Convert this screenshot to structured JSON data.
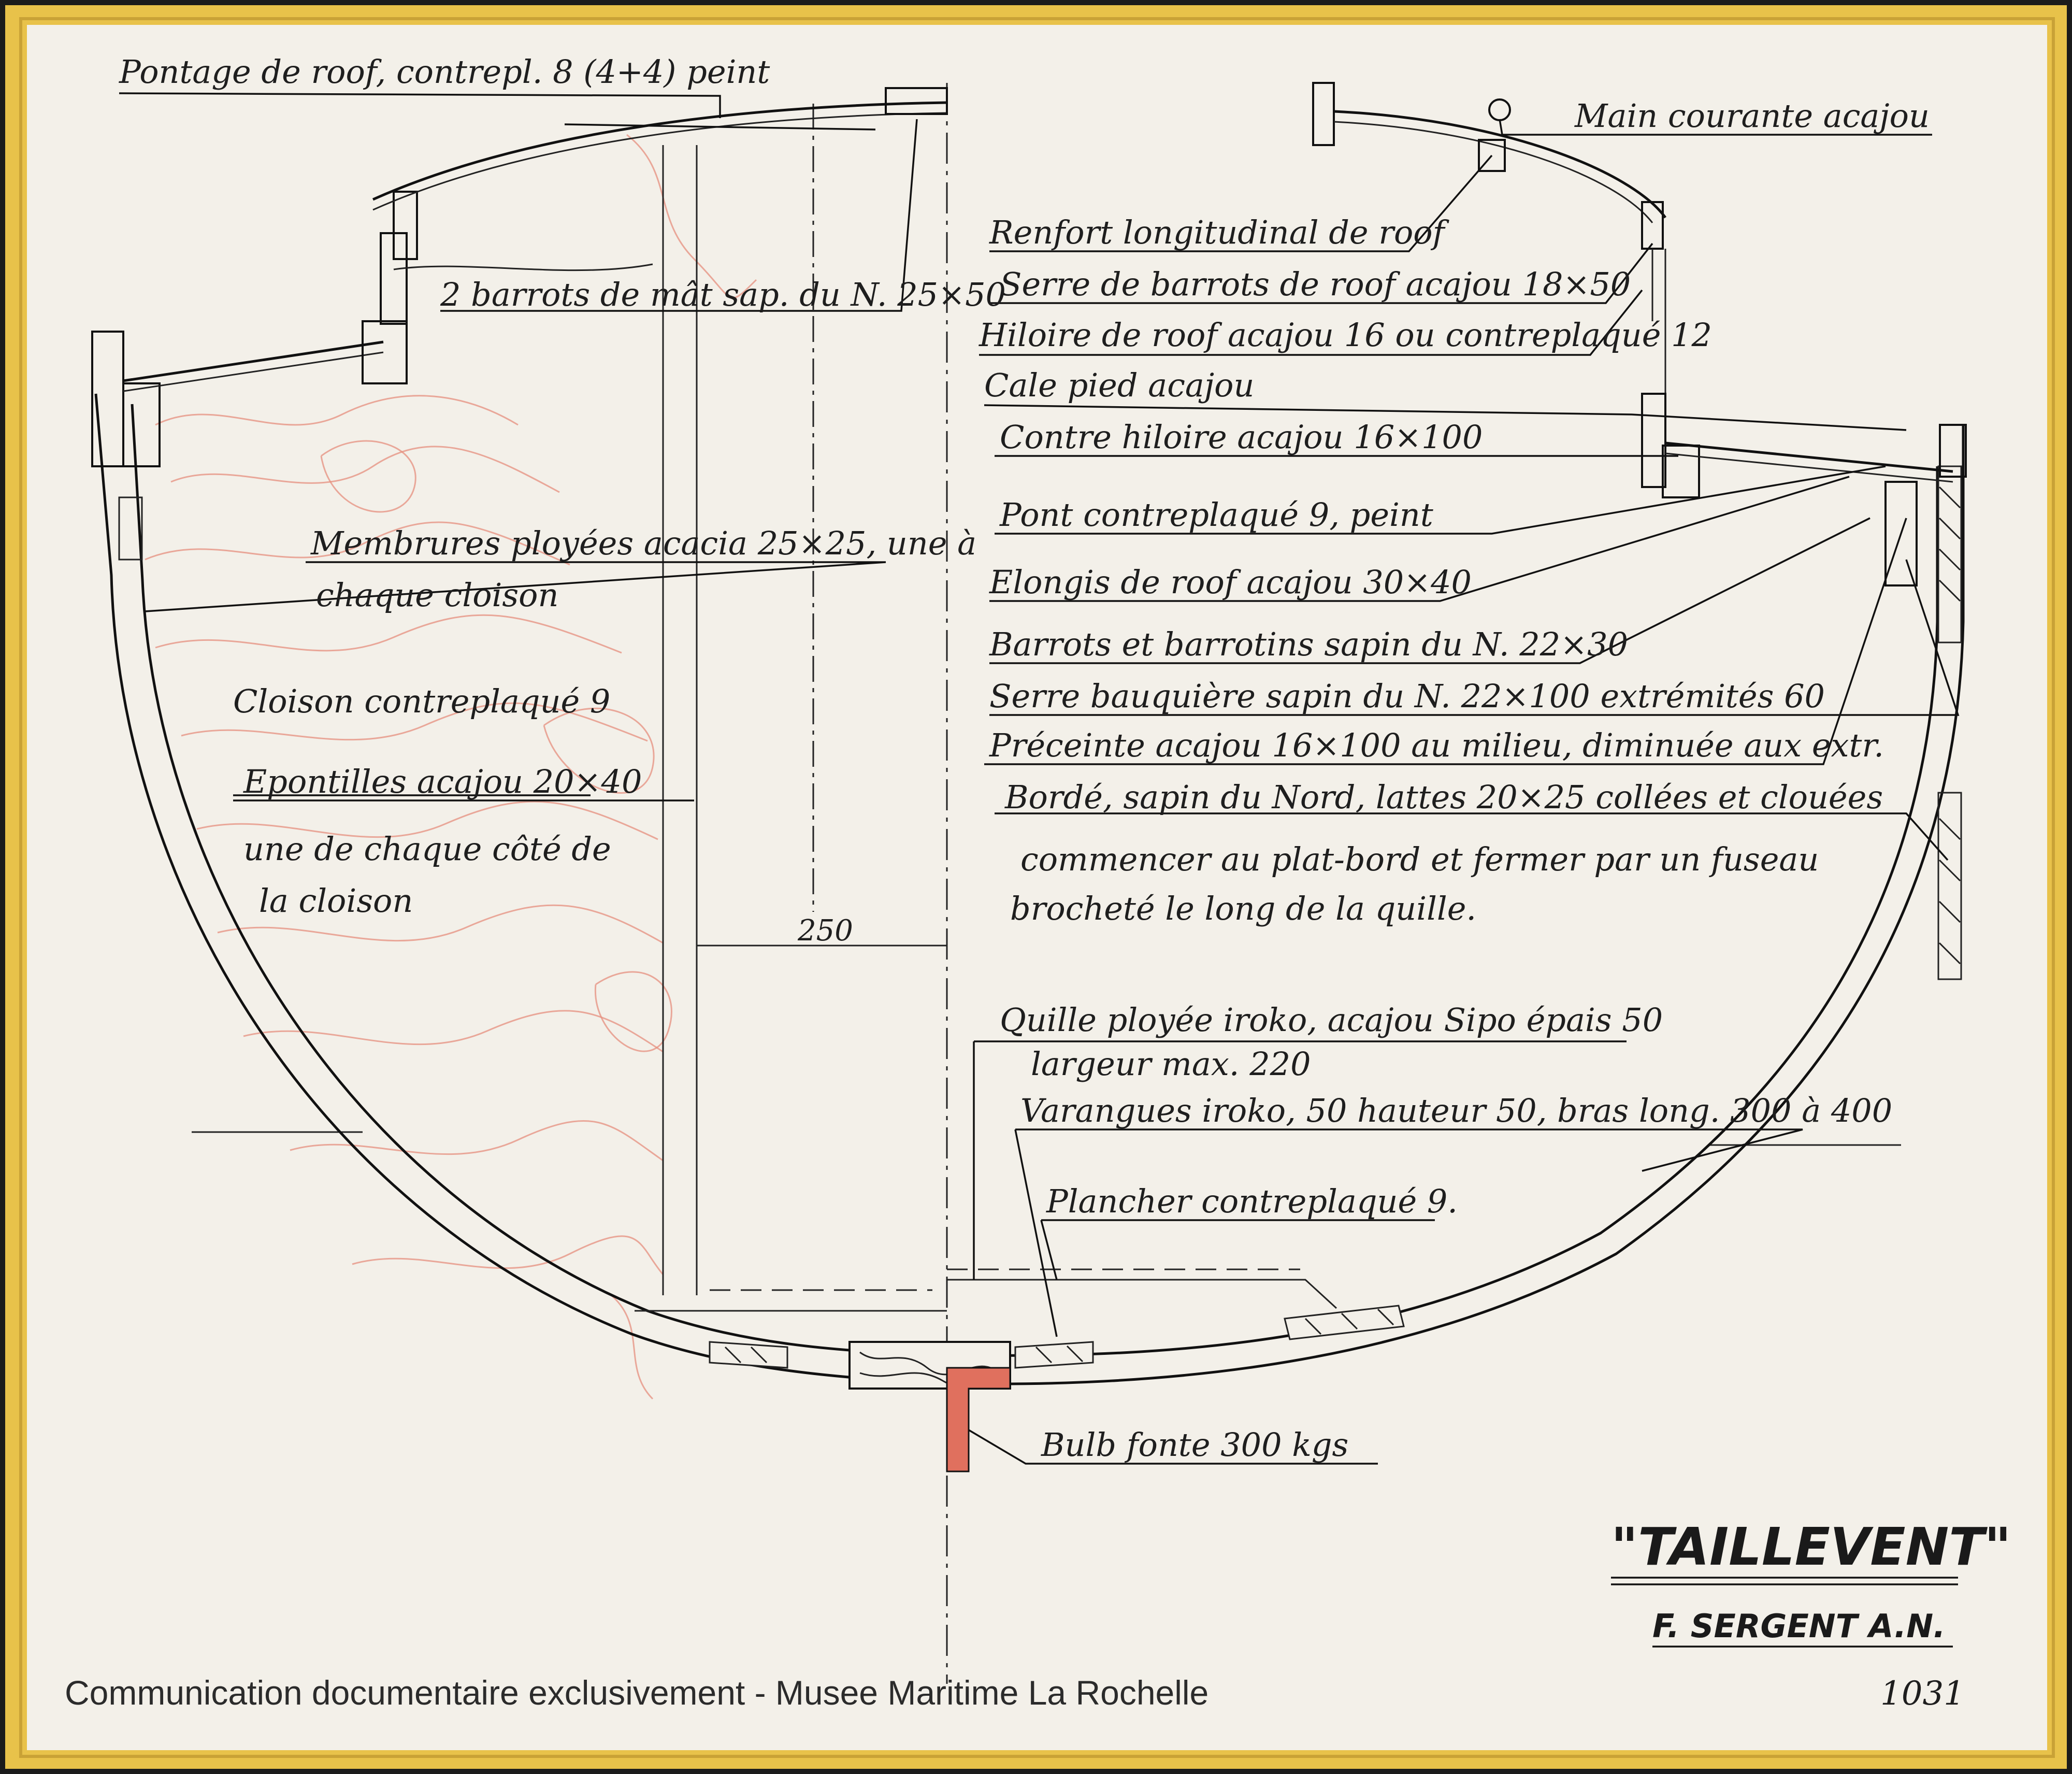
{
  "colors": {
    "frame": "#e8c24a",
    "paper": "#f3f0e9",
    "ink": "#1e1e1e",
    "grain": "#e58f7e",
    "ballast": "#e0705e"
  },
  "labels": {
    "pontage": "Pontage de roof, contrepl. 8 (4+4) peint",
    "barrots_mat": "2 barrots de mât sap. du N. 25×50",
    "membrures_1": "Membrures ployées acacia 25×25, une à",
    "membrures_2": "chaque cloison",
    "cloison": "Cloison contreplaqué 9",
    "epontilles_1": "Epontilles acajou 20×40",
    "epontilles_2": "une de chaque côté de",
    "epontilles_3": "la cloison",
    "main_courante": "Main courante acajou",
    "renfort": "Renfort longitudinal de roof",
    "serre_barrots": "Serre de barrots de roof acajou 18×50",
    "hiloire": "Hiloire de roof acajou 16 ou contreplaqué 12",
    "cale_pied": "Cale pied acajou",
    "contre_hiloire": "Contre hiloire acajou 16×100",
    "pont": "Pont contreplaqué 9, peint",
    "elongis": "Elongis de roof acajou 30×40",
    "barrots_barrotins": "Barrots et barrotins sapin du N. 22×30",
    "serre_bauquiere": "Serre bauquière sapin du N. 22×100 extrémités 60",
    "preceinte": "Préceinte acajou 16×100 au milieu, diminuée aux extr.",
    "borde_1": "Bordé, sapin du Nord, lattes 20×25 collées et clouées",
    "borde_2": "commencer au plat-bord et fermer par un fuseau",
    "borde_3": "brocheté le long de la quille.",
    "quille_1": "Quille ployée iroko, acajou Sipo épais 50",
    "quille_2": "largeur max. 220",
    "varangues": "Varangues iroko, 50 hauteur 50, bras long. 300 à 400",
    "plancher": "Plancher contreplaqué 9.",
    "bulb": "Bulb fonte 300 kgs",
    "dimension": "250"
  },
  "title_block": {
    "name": "\"TAILLEVENT\"",
    "designer": "F. SERGENT A.N.",
    "number": "1031"
  },
  "footer": "Communication documentaire exclusivement - Musee Maritime La Rochelle"
}
